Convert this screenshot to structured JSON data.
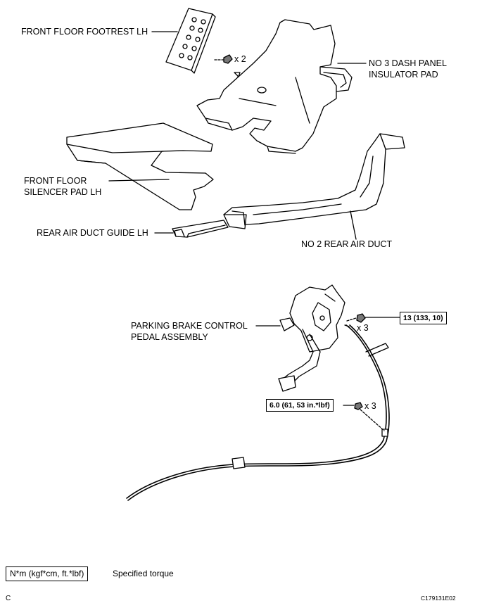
{
  "labels": {
    "footrest": "FRONT FLOOR FOOTREST LH",
    "dash_pad_line1": "NO  3 DASH PANEL",
    "dash_pad_line2": "INSULATOR PAD",
    "silencer_line1": "FRONT FLOOR",
    "silencer_line2": "SILENCER PAD LH",
    "duct_guide": "REAR AIR DUCT GUIDE LH",
    "rear_duct": "NO  2 REAR AIR DUCT",
    "brake_line1": "PARKING BRAKE CONTROL",
    "brake_line2": "PEDAL ASSEMBLY"
  },
  "fasteners": {
    "clip_qty": "x 2",
    "brake_nut_qty": "x 3",
    "cable_nut_qty": "x 3"
  },
  "torques": {
    "brake_nut": "13 (133, 10)",
    "cable_nut": "6.0 (61, 53 in.*lbf)"
  },
  "legend": {
    "unit_box": "N*m (kgf*cm, ft.*lbf)",
    "description": "Specified torque"
  },
  "footer": {
    "corner_letter": "C",
    "figure_code": "C179131E02"
  }
}
